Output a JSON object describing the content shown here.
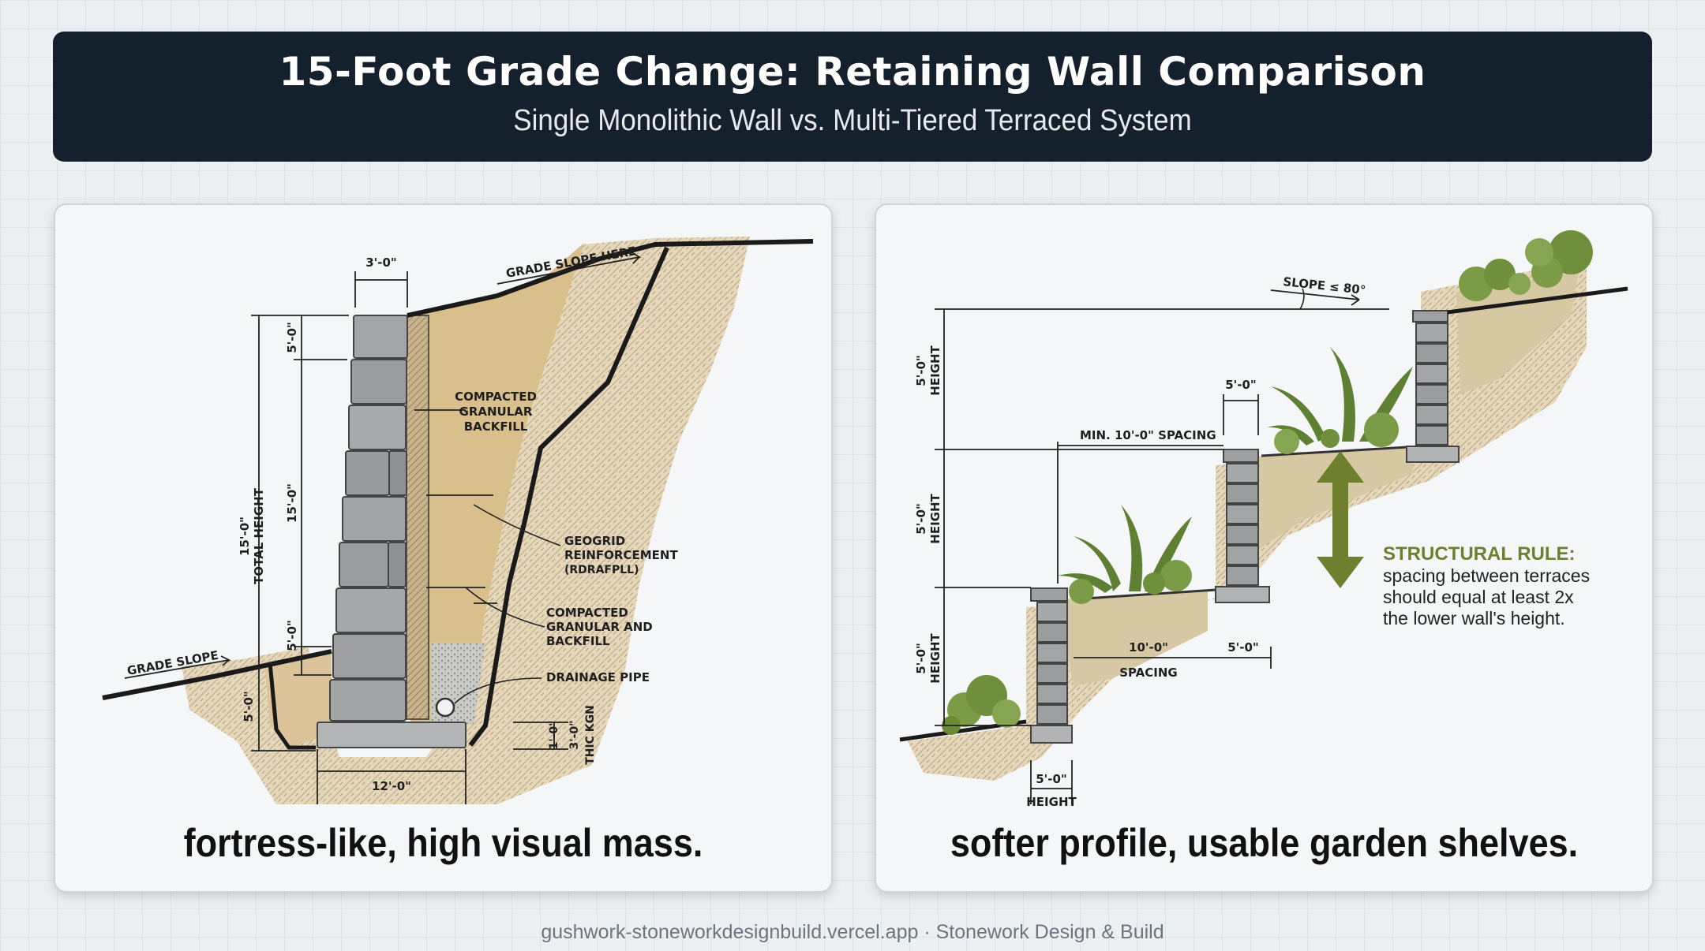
{
  "header": {
    "title": "15-Foot Grade Change: Retaining Wall Comparison",
    "subtitle": "Single Monolithic Wall vs. Multi-Tiered Terraced System"
  },
  "left_panel": {
    "caption": "fortress-like, high visual mass.",
    "labels": {
      "grade_slope_here": "GRADE SLOPE HERE",
      "grade_slope": "GRADE SLOPE",
      "top_width": "3'-0\"",
      "dim_top": "5'-0\"",
      "total_height_value": "15'-0\"",
      "total_height_text": "TOTAL HEIGHT",
      "dim_mid": "15'-0\"",
      "dim_low": "5'-0\"",
      "dim_embed": "5'-0\"",
      "base_width": "12'-0\"",
      "footing_1": "1'-0\"",
      "footing_2": "3'-0\"",
      "footing_text": "THIC KGN",
      "backfill_1": [
        "COMPACTED",
        "GRANULAR",
        "BACKFILL"
      ],
      "geogrid": [
        "GEOGRID",
        "REINFORCEMENT",
        "(RDRAFPLL)"
      ],
      "backfill_2": [
        "COMPACTED",
        "GRANULAR AND",
        "BACKFILL"
      ],
      "drainage": "DRAINAGE PIPE"
    }
  },
  "right_panel": {
    "caption": "softer profile, usable garden shelves.",
    "labels": {
      "slope": "SLOPE ≤ 80°",
      "tier_dim": "5'-0\"",
      "height_word": "HEIGHT",
      "spacing_min": "MIN. 10'-0\" SPACING",
      "top_wall_width": "5'-0\"",
      "spacing_value": "10'-0\"",
      "spacing_word": "SPACING",
      "mid_wall_width": "5'-0\"",
      "bottom_width": "5'-0\"",
      "bottom_height_word": "HEIGHT"
    },
    "rule": {
      "title": "STRUCTURAL RULE:",
      "lines": [
        "spacing between terraces",
        "should equal at least 2x",
        "the lower wall's height."
      ]
    }
  },
  "footer": "gushwork-stoneworkdesignbuild.vercel.app · Stonework Design & Build",
  "colors": {
    "header_bg": "#14202c",
    "soil": "#d9bf8c",
    "stone": "#9ea0a2",
    "foliage": "#6f8f3c",
    "rule_accent": "#6e7f2e"
  }
}
